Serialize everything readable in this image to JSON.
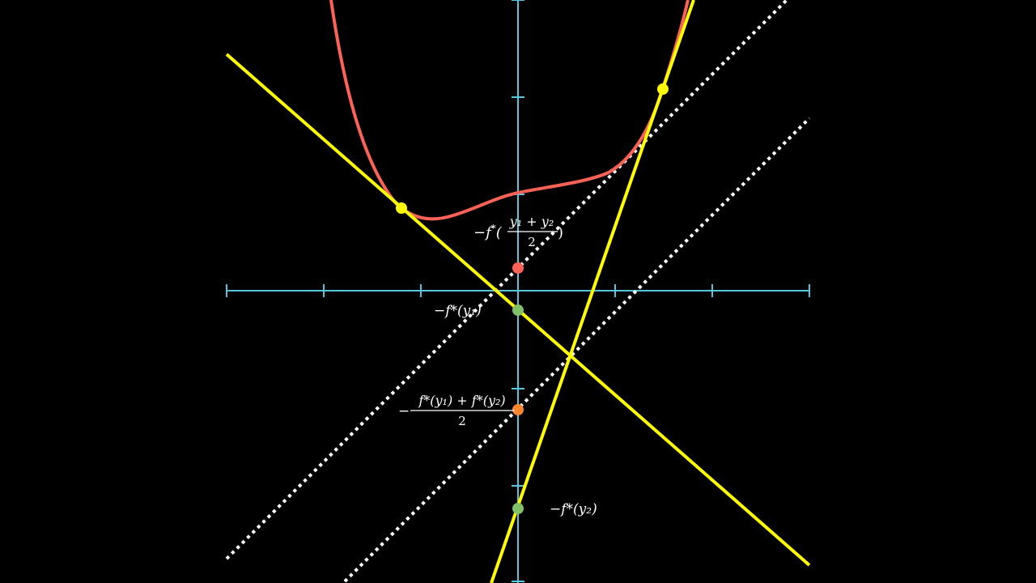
{
  "colors": {
    "background": "#000000",
    "axes": "#58c4dd",
    "curve": "#fc6255",
    "tangent_lines": "#ffff00",
    "dotted_lines": "#ffffff",
    "tangent_points": "#ffff00",
    "intercept_green": "#83c167",
    "intercept_red": "#fc6255",
    "intercept_orange": "#ff862f"
  },
  "labels": {
    "neg_fstar_avg_prefix": "−f",
    "neg_fstar_avg_sup": "*",
    "neg_fstar_avg_open": "(",
    "neg_fstar_avg_num": "y₁ + y₂",
    "neg_fstar_avg_den": "2",
    "neg_fstar_avg_close": ")",
    "neg_fstar_y1": "−f*(y₁)",
    "avg_neg_sign": "−",
    "avg_numerator": "f*(y₁) + f*(y₂)",
    "avg_denominator": "2",
    "neg_fstar_y2": "−f*(y₂)"
  }
}
